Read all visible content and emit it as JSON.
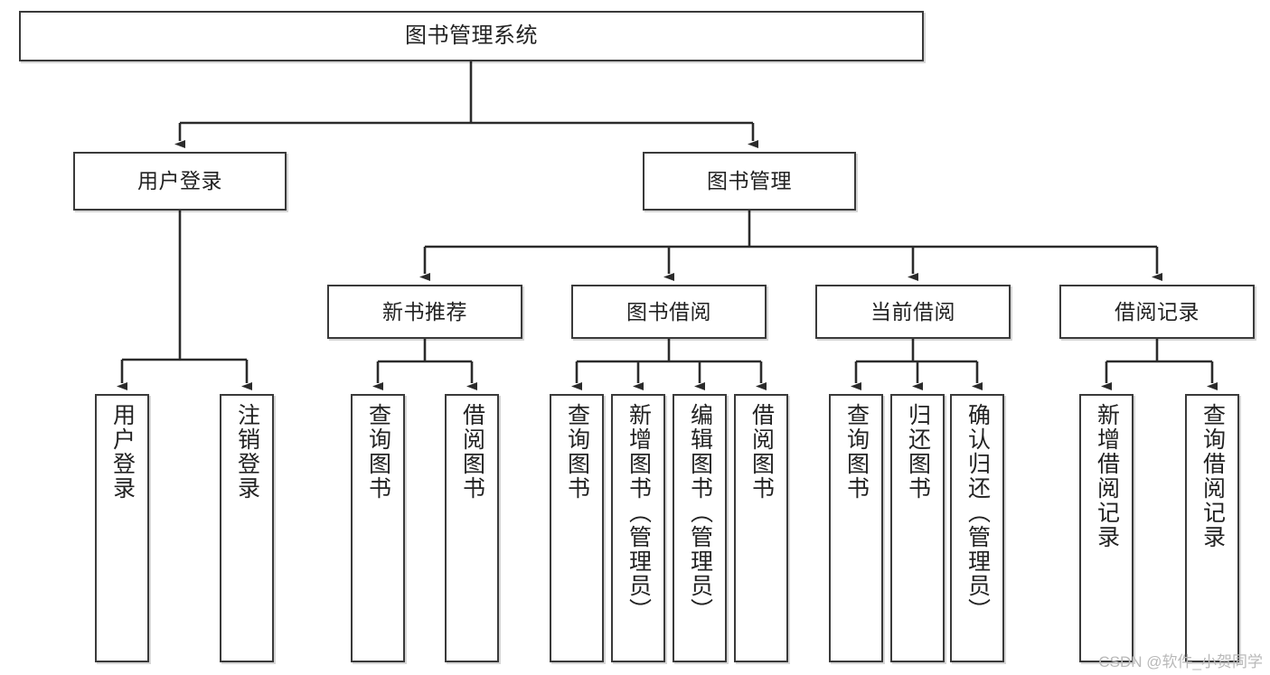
{
  "diagram": {
    "title": "图书管理系统",
    "type": "tree-hierarchy-chart",
    "watermark": "CSDN @软件_小贺同学",
    "colors": {
      "box_border": "#3a3a3a",
      "box_fill": "#ffffff",
      "edge": "#2b2b2b",
      "text": "#222222",
      "watermark": "#b9b9b9"
    },
    "nodes": {
      "root": {
        "label": "图书管理系统"
      },
      "level2": [
        {
          "label": "用户登录"
        },
        {
          "label": "图书管理"
        }
      ],
      "level3": [
        {
          "label": "新书推荐"
        },
        {
          "label": "图书借阅"
        },
        {
          "label": "当前借阅"
        },
        {
          "label": "借阅记录"
        }
      ],
      "leaves": {
        "user_login": [
          {
            "label": "用户登录"
          },
          {
            "label": "注销登录"
          }
        ],
        "new_book_recommend": [
          {
            "label": "查询图书"
          },
          {
            "label": "借阅图书"
          }
        ],
        "book_borrow": [
          {
            "label": "查询图书"
          },
          {
            "label": "新增图书（管理员）"
          },
          {
            "label": "编辑图书（管理员）"
          },
          {
            "label": "借阅图书"
          }
        ],
        "current_borrow": [
          {
            "label": "查询图书"
          },
          {
            "label": "归还图书"
          },
          {
            "label": "确认归还（管理员）"
          }
        ],
        "borrow_record": [
          {
            "label": "新增借阅记录"
          },
          {
            "label": "查询借阅记录"
          }
        ]
      }
    }
  }
}
